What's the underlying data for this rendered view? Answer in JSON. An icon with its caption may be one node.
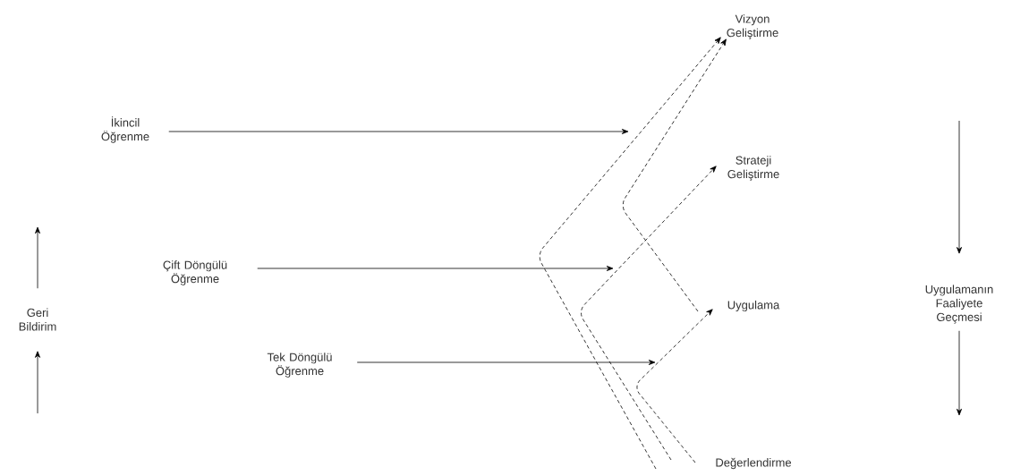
{
  "diagram": {
    "nodes": [
      {
        "text": [
          "Vizyon Geliştirme"
        ]
      },
      {
        "text": [
          "İkincil Öğrenme"
        ]
      },
      {
        "text": [
          "Strateji Geliştirme"
        ]
      },
      {
        "text": [
          "Çift Döngülü Öğrenme"
        ]
      },
      {
        "text": [
          "Geri Bildirim"
        ]
      },
      {
        "text": [
          "Uygulama"
        ]
      },
      {
        "text": [
          "Uygulamanın Faaliyete Geçmesi"
        ]
      },
      {
        "text": [
          "Tek Döngülü Öğrenme"
        ]
      },
      {
        "text": [
          "Değerlendirme"
        ]
      }
    ],
    "edges": [
      {
        "from": 1,
        "to": null,
        "arrow": "to"
      },
      {
        "from": 3,
        "to": null,
        "arrow": "to"
      },
      {
        "from": 7,
        "to": null,
        "arrow": "to"
      },
      {
        "from": 8,
        "to": 0,
        "arrow": "to",
        "style": "dashed"
      },
      {
        "from": 8,
        "to": 2,
        "arrow": "to",
        "style": "dashed"
      },
      {
        "from": 8,
        "to": 5,
        "arrow": "to",
        "style": "dashed"
      },
      {
        "from": 5,
        "to": 0,
        "arrow": "to",
        "style": "dashed"
      },
      {
        "from": null,
        "to": 4,
        "arrow": "to"
      },
      {
        "from": 4,
        "to": null,
        "arrow": "to"
      },
      {
        "from": null,
        "to": 6,
        "arrow": "to"
      },
      {
        "from": 6,
        "to": null,
        "arrow": "to"
      }
    ]
  }
}
